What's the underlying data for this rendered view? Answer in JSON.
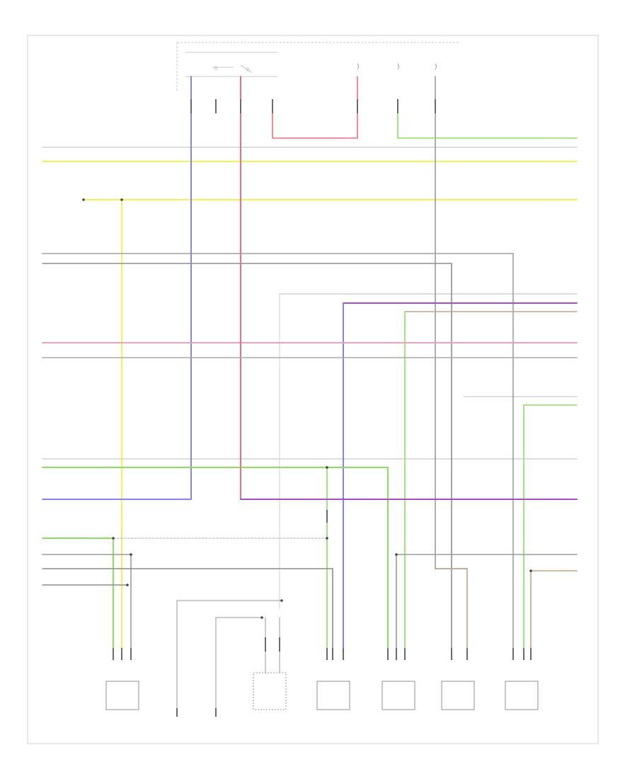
{
  "diagram": {
    "colors": {
      "yellow": "#f3f05a",
      "blue": "#8a80f2",
      "red": "#f06e80",
      "green": "#8be060",
      "gray": "#8c8c8c",
      "purple": "#a64fc2",
      "tan": "#caa080",
      "light_gray": "#c8c8c8"
    },
    "footer_code": "",
    "components": [
      {
        "id": "hdr-relay",
        "label": ""
      },
      {
        "id": "ecu-connector",
        "label": ""
      },
      {
        "id": "bottom-comp-1",
        "label": ""
      },
      {
        "id": "bottom-comp-2",
        "label": ""
      },
      {
        "id": "bottom-comp-3",
        "label": ""
      },
      {
        "id": "bottom-comp-4",
        "label": ""
      },
      {
        "id": "bottom-comp-5",
        "label": ""
      },
      {
        "id": "bottom-comp-6",
        "label": ""
      },
      {
        "id": "bottom-comp-7",
        "label": ""
      },
      {
        "id": "bottom-comp-8",
        "label": ""
      }
    ]
  }
}
